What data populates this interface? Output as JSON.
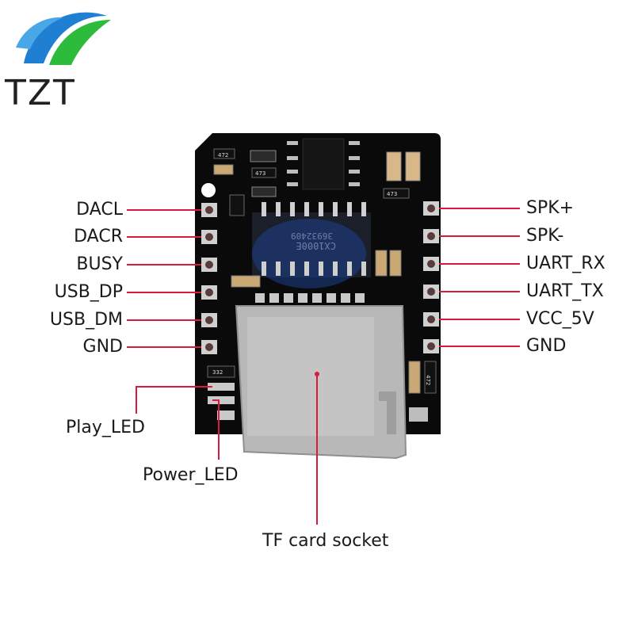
{
  "logo": {
    "text": "TZT",
    "brand_colors": {
      "blue": "#1f7fd3",
      "green": "#2dbb3c",
      "dark": "#231f20"
    }
  },
  "board": {
    "chip_marking_1": "CX1000E",
    "chip_marking_2": "36932409",
    "resistor_1": "472",
    "resistor_2": "473",
    "resistor_3": "473",
    "resistor_4": "332",
    "resistor_5": "472",
    "colors": {
      "pcb": "#0a0a0a",
      "pad": "#c9c9c9",
      "socket": "#b8b8b8",
      "leader": "#d81b3a"
    }
  },
  "pins_left": [
    {
      "label": "DACL"
    },
    {
      "label": "DACR"
    },
    {
      "label": "BUSY"
    },
    {
      "label": "USB_DP"
    },
    {
      "label": "USB_DM"
    },
    {
      "label": "GND"
    }
  ],
  "pins_right": [
    {
      "label": "SPK+"
    },
    {
      "label": "SPK-"
    },
    {
      "label": "UART_RX"
    },
    {
      "label": "UART_TX"
    },
    {
      "label": "VCC_5V"
    },
    {
      "label": "GND"
    }
  ],
  "callouts": {
    "play_led": "Play_LED",
    "power_led": "Power_LED",
    "tf_socket": "TF card socket"
  }
}
